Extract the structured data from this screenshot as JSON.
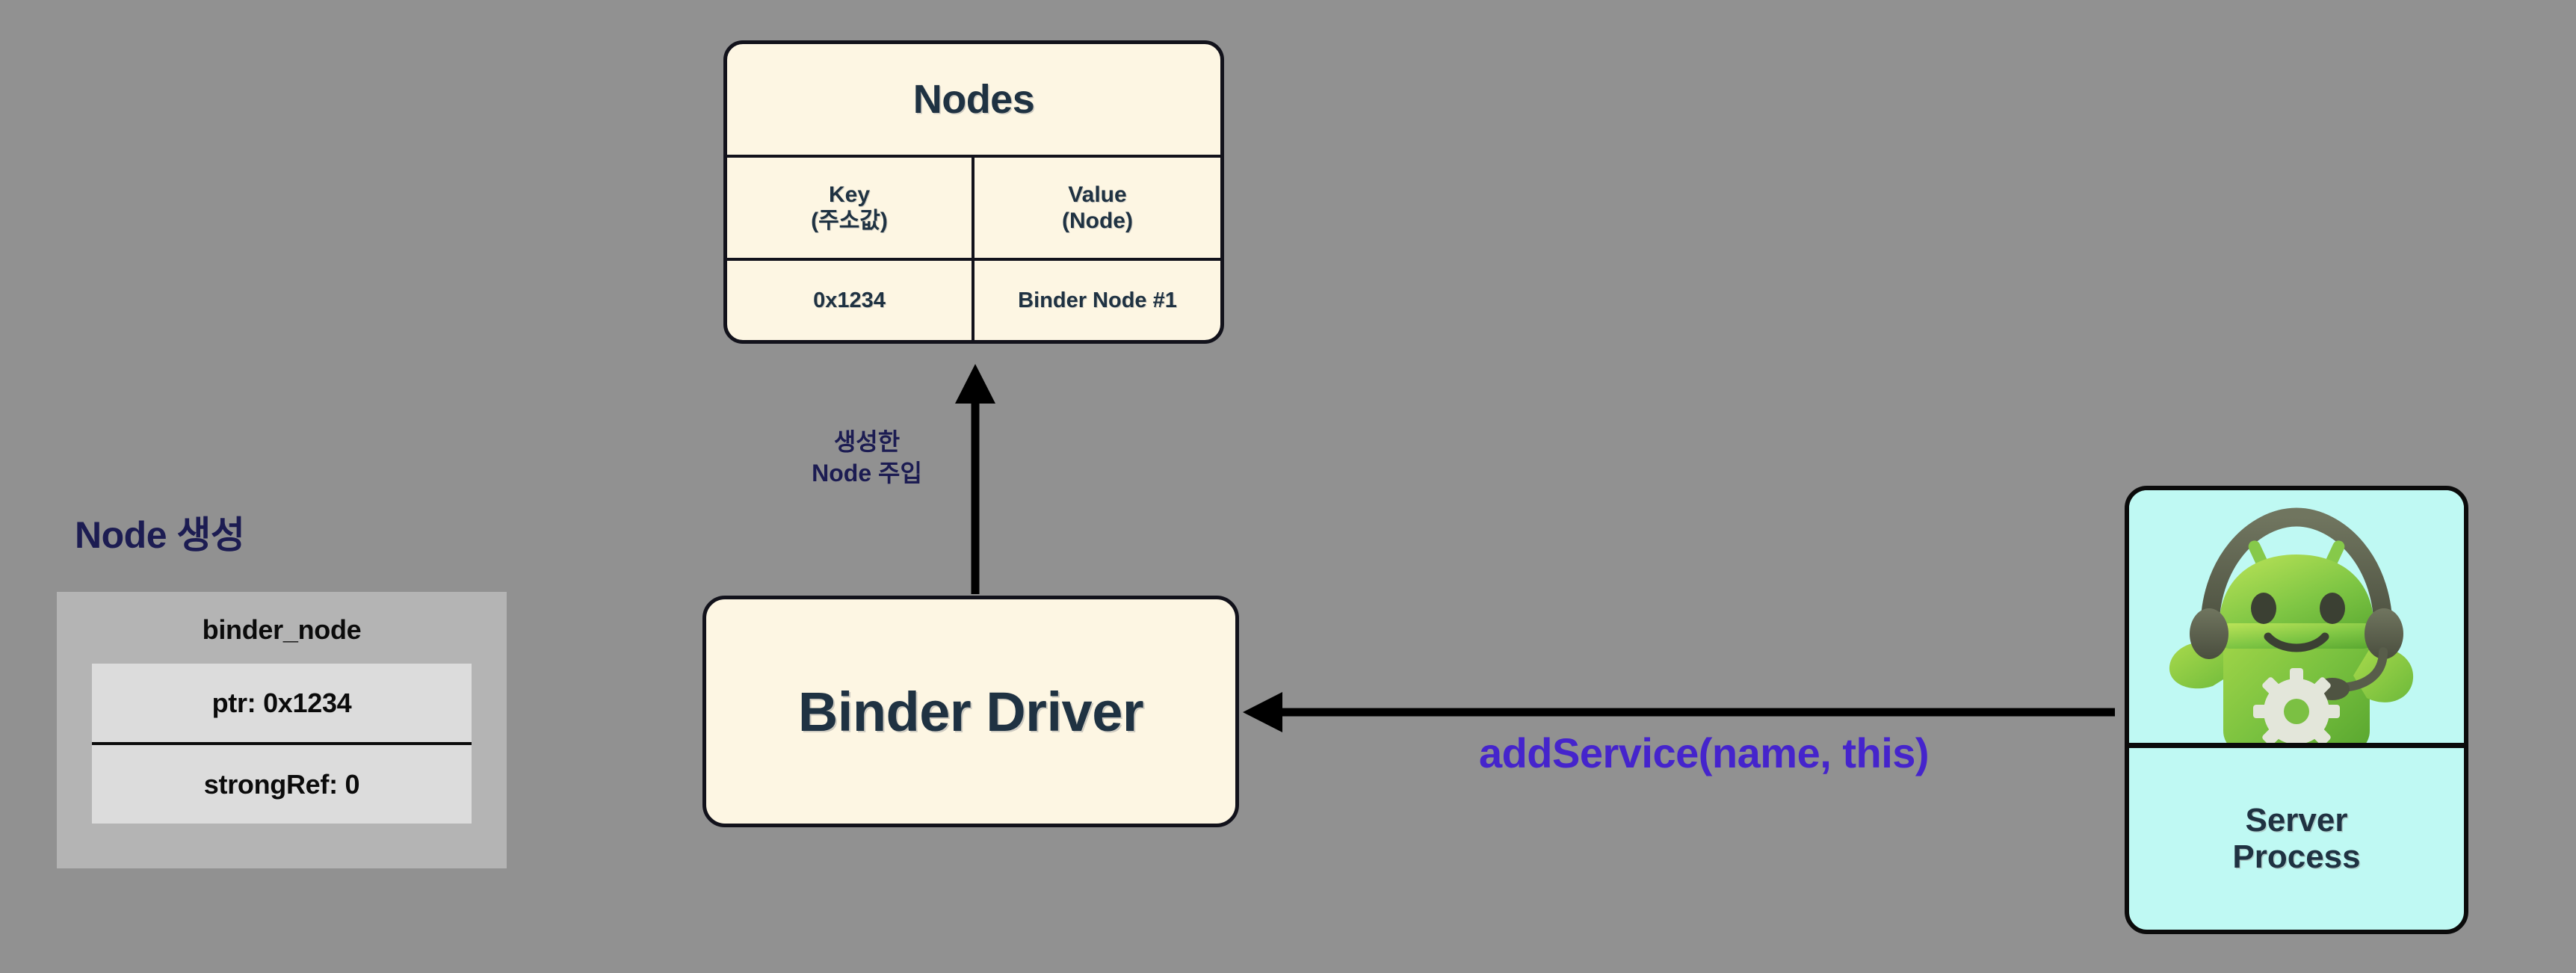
{
  "background_color": "#919191",
  "colors": {
    "card_cream": "#FDF6E3",
    "card_border": "#12121b",
    "text_dark_slate": "#1f3242",
    "label_navy": "#1c1c52",
    "accent_purple": "#4524cc",
    "server_cyan": "#BFF9F3",
    "struct_outer_gray": "#B4B4B4",
    "struct_inner_gray": "#DCDCDC",
    "android_green": "#7DC243",
    "headset_gray": "#5F6352"
  },
  "nodes_table": {
    "title": "Nodes",
    "columns": [
      {
        "line1": "Key",
        "line2": "(주소값)"
      },
      {
        "line1": "Value",
        "line2": "(Node)"
      }
    ],
    "rows": [
      {
        "key": "0x1234",
        "value": "Binder Node #1"
      }
    ]
  },
  "binder_driver": {
    "label": "Binder Driver"
  },
  "arrows": {
    "inject_node": {
      "label_line1": "생성한",
      "label_line2": "Node 주입",
      "direction": "up",
      "from": "Binder Driver",
      "to": "Nodes"
    },
    "add_service": {
      "label": "addService(name, this)",
      "direction": "left",
      "from": "Server Process",
      "to": "Binder Driver"
    }
  },
  "node_creation_panel": {
    "title": "Node 생성",
    "struct_name": "binder_node",
    "fields": [
      "ptr: 0x1234",
      "strongRef: 0"
    ]
  },
  "server_process": {
    "caption_line1": "Server",
    "caption_line2": "Process",
    "art_icon": "android-robot-with-headset-icon"
  }
}
